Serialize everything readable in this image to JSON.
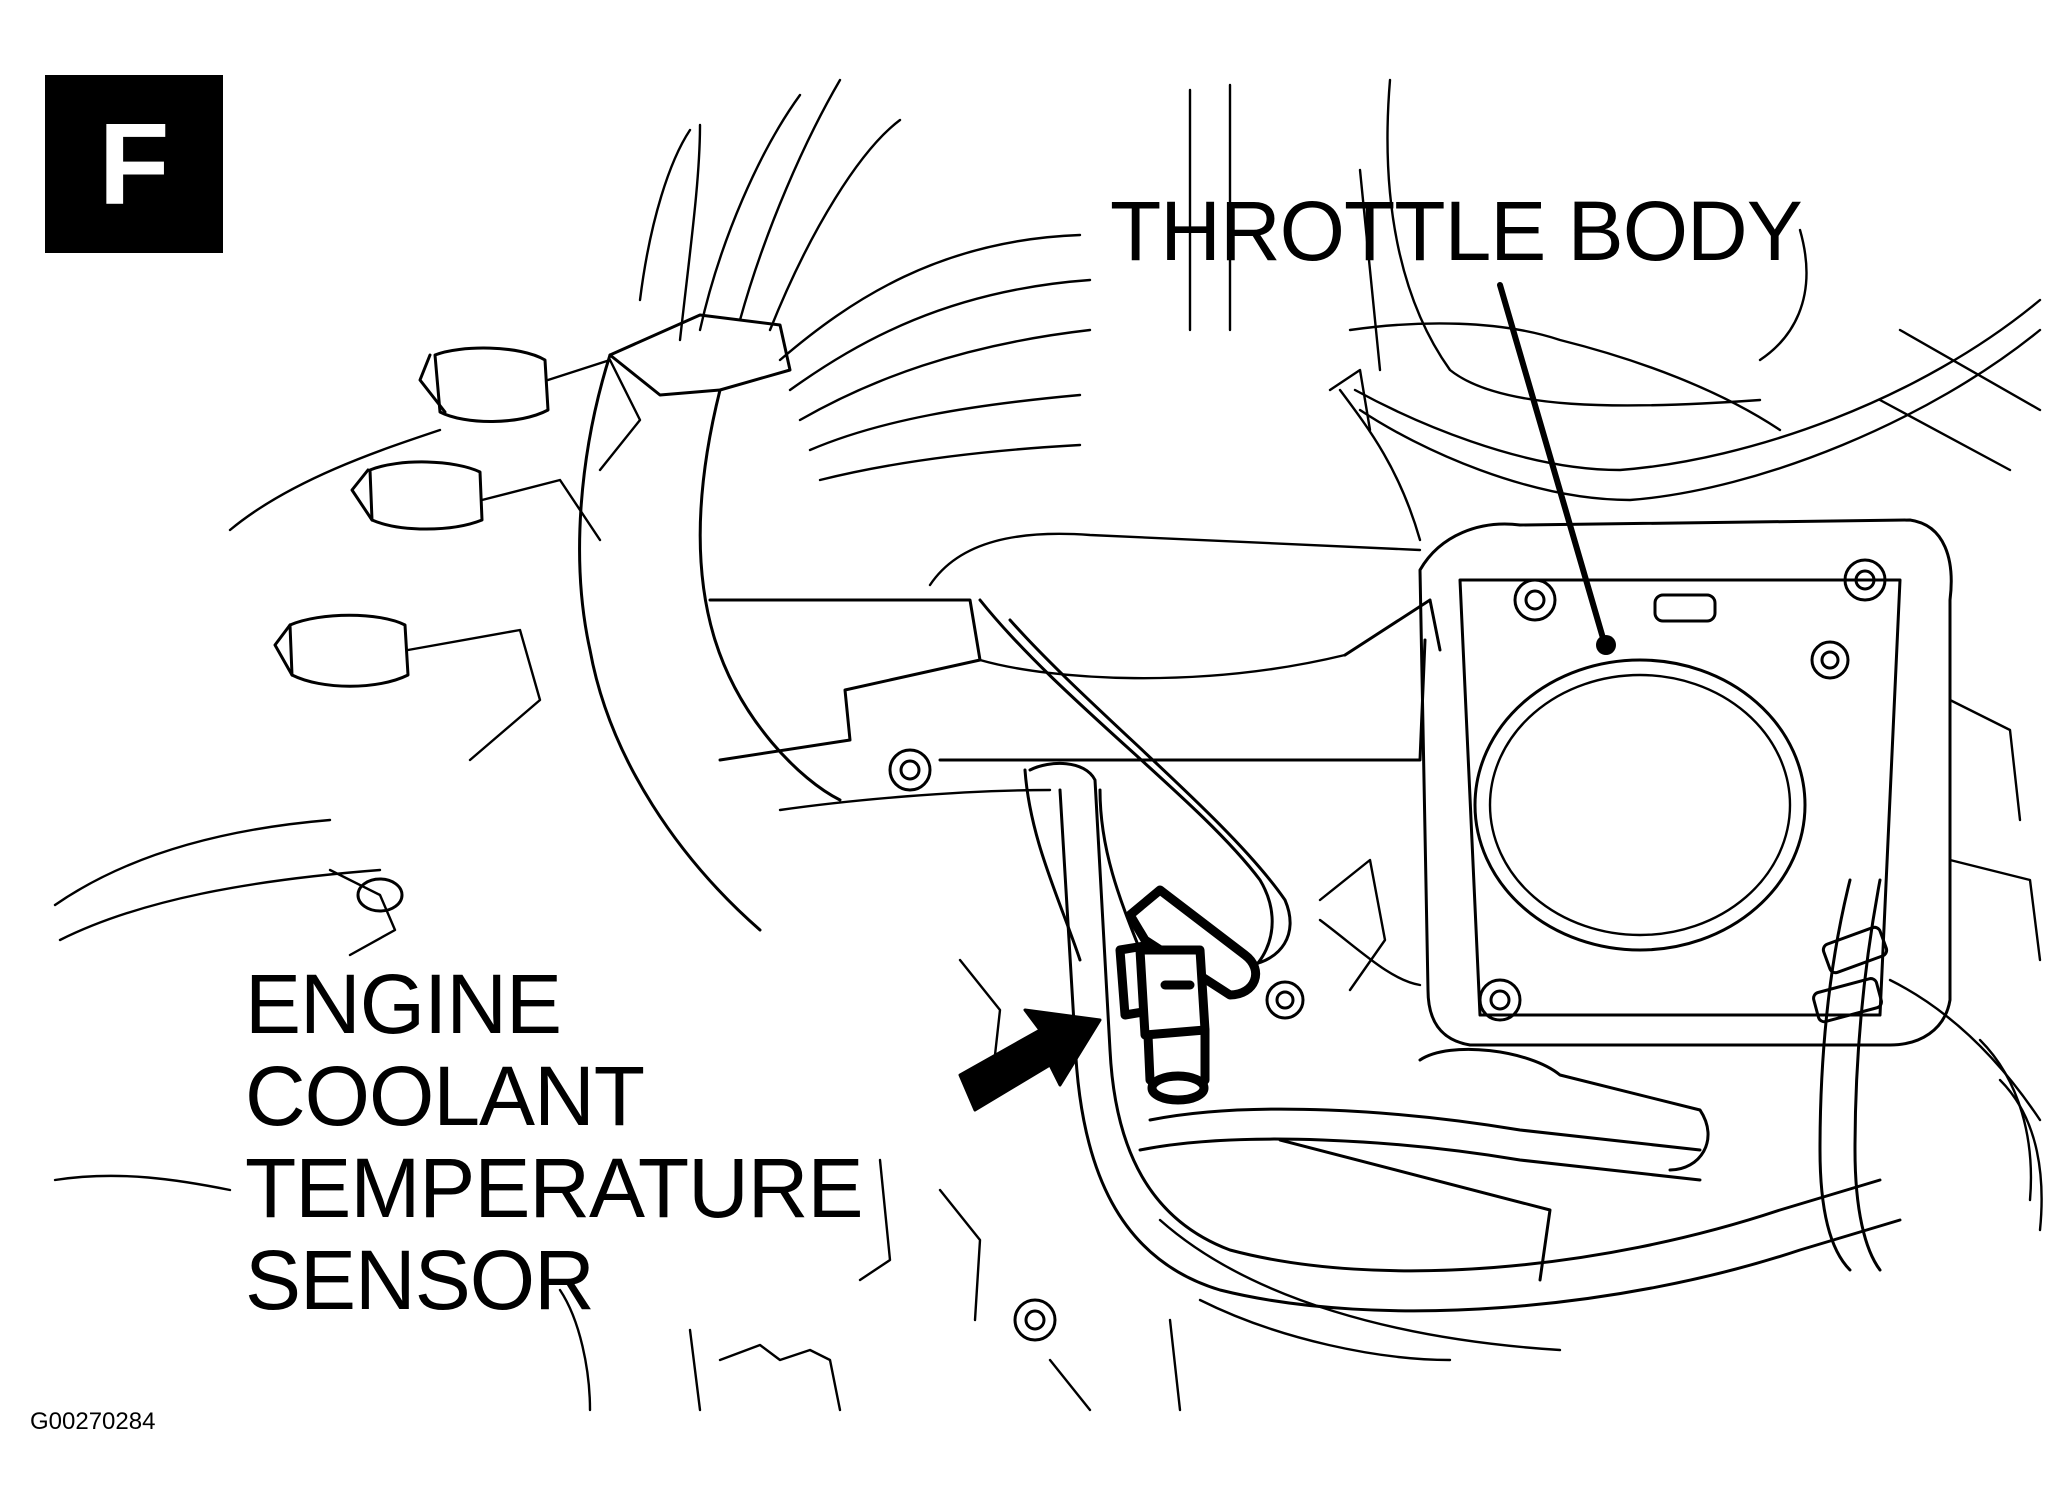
{
  "figure": {
    "badge_letter": "F",
    "figure_id": "G00270284"
  },
  "callouts": {
    "throttle_body": "THROTTLE BODY",
    "ect_sensor_lines": [
      "ENGINE",
      "COOLANT",
      "TEMPERATURE",
      "SENSOR"
    ]
  },
  "colors": {
    "line": "#000000",
    "background": "#ffffff"
  }
}
